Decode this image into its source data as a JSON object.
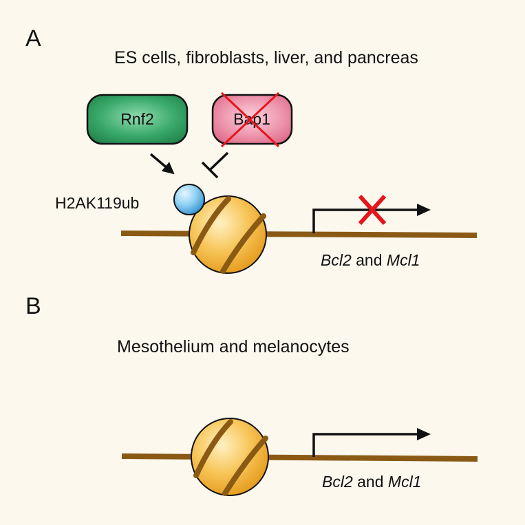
{
  "panel_a": {
    "label": "A",
    "subtitle": "ES cells, fibroblasts, liver, and pancreas",
    "activator_label": "Rnf2",
    "inhibited_label": "Bap1",
    "mark_label": "H2AK119ub",
    "gene1": "Bcl2",
    "connector": " and ",
    "gene2": "Mcl1"
  },
  "panel_b": {
    "label": "B",
    "subtitle": "Mesothelium and melanocytes",
    "gene1": "Bcl2",
    "connector": " and ",
    "gene2": "Mcl1"
  },
  "colors": {
    "background": "#fcf8ee",
    "dna": "#8a5a15",
    "nucleosome": "#f4b53a",
    "rnf2_box": "#2e9a5c",
    "bap1_box": "#e87a9a",
    "ubiquitin": "#5bb8e8",
    "block_cross": "#e4161c"
  }
}
